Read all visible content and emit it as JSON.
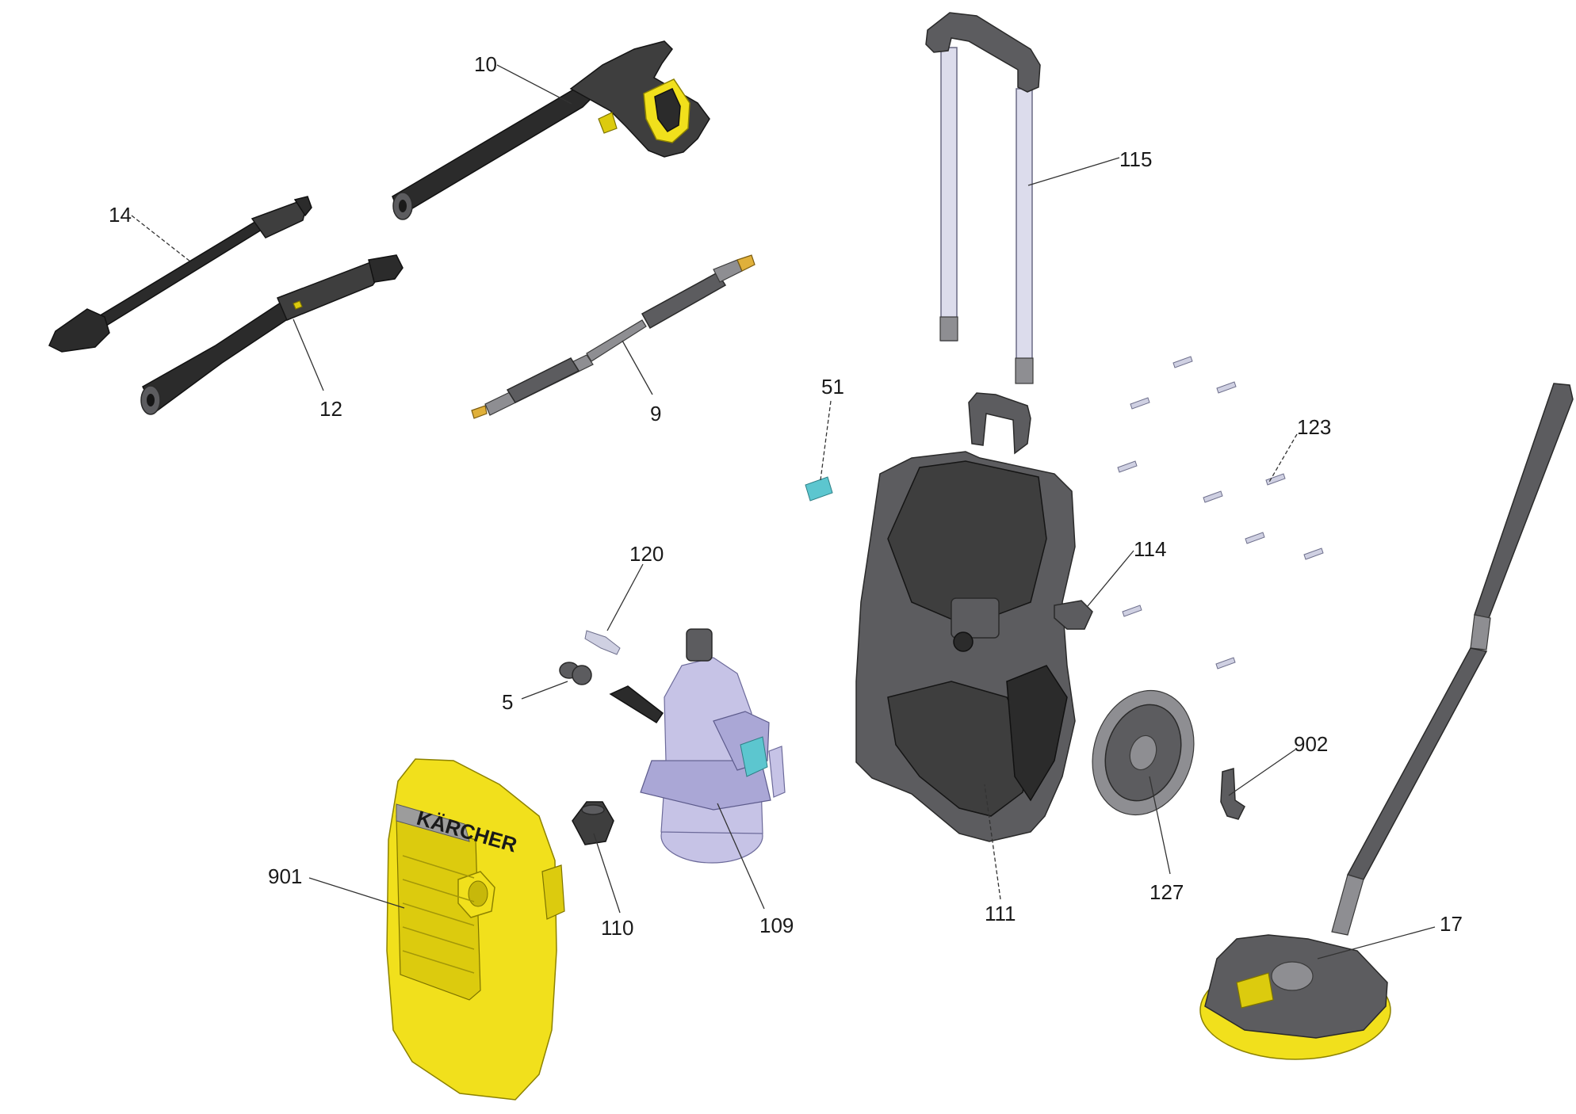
{
  "callouts": {
    "c10": "10",
    "c14": "14",
    "c12": "12",
    "c9": "9",
    "c115": "115",
    "c51": "51",
    "c123": "123",
    "c120": "120",
    "c114": "114",
    "c5": "5",
    "c902": "902",
    "c901": "901",
    "c110": "110",
    "c109": "109",
    "c111": "111",
    "c127": "127",
    "c17": "17"
  },
  "logo_text": "KÄRCHER",
  "colors": {
    "brand_yellow": "#f1e01c",
    "housing_black": "#2b2b2b",
    "chrome": "#dcdcec",
    "pump_lavender": "#c6c3e6",
    "label_teal": "#5cc6cf"
  }
}
